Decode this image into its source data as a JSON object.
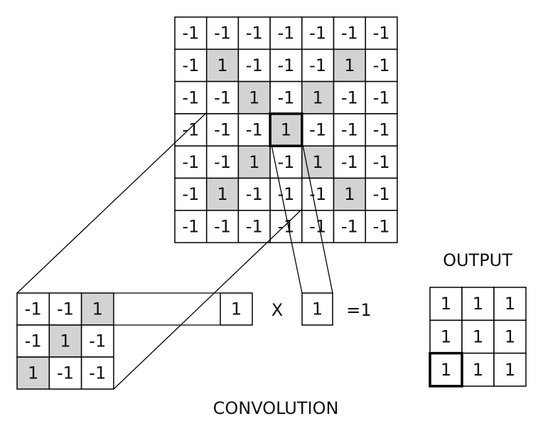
{
  "input_grid": [
    [
      "-1",
      "-1",
      "-1",
      "-1",
      "-1",
      "-1",
      "-1"
    ],
    [
      "-1",
      "1",
      "-1",
      "-1",
      "-1",
      "1",
      "-1"
    ],
    [
      "-1",
      "-1",
      "1",
      "-1",
      "1",
      "-1",
      "-1"
    ],
    [
      "-1",
      "-1",
      "-1",
      "1",
      "-1",
      "-1",
      "-1"
    ],
    [
      "-1",
      "-1",
      "1",
      "-1",
      "1",
      "-1",
      "-1"
    ],
    [
      "-1",
      "1",
      "-1",
      "-1",
      "-1",
      "1",
      "-1"
    ],
    [
      "-1",
      "-1",
      "-1",
      "-1",
      "-1",
      "-1",
      "-1"
    ]
  ],
  "input_highlight": [
    [
      1,
      1
    ],
    [
      1,
      5
    ],
    [
      2,
      2
    ],
    [
      2,
      4
    ],
    [
      3,
      3
    ],
    [
      4,
      2
    ],
    [
      4,
      4
    ],
    [
      5,
      1
    ],
    [
      5,
      5
    ]
  ],
  "input_selected": [
    3,
    3
  ],
  "filter_grid": [
    [
      "-1",
      "-1",
      "1"
    ],
    [
      "-1",
      "1",
      "-1"
    ],
    [
      "1",
      "-1",
      "-1"
    ]
  ],
  "filter_highlight": [
    [
      0,
      2
    ],
    [
      1,
      1
    ],
    [
      2,
      0
    ]
  ],
  "filter_element": "1",
  "multiply_symbol": "X",
  "input_element": "1",
  "equals_result": "=1",
  "output_label": "OUTPUT",
  "output_grid": [
    [
      "1",
      "1",
      "1"
    ],
    [
      "1",
      "1",
      "1"
    ],
    [
      "1",
      "1",
      "1"
    ]
  ],
  "output_selected": [
    2,
    0
  ],
  "caption": "CONVOLUTION",
  "colors": {
    "highlight": "#d3d3d3",
    "line": "#000000",
    "background": "#ffffff"
  }
}
